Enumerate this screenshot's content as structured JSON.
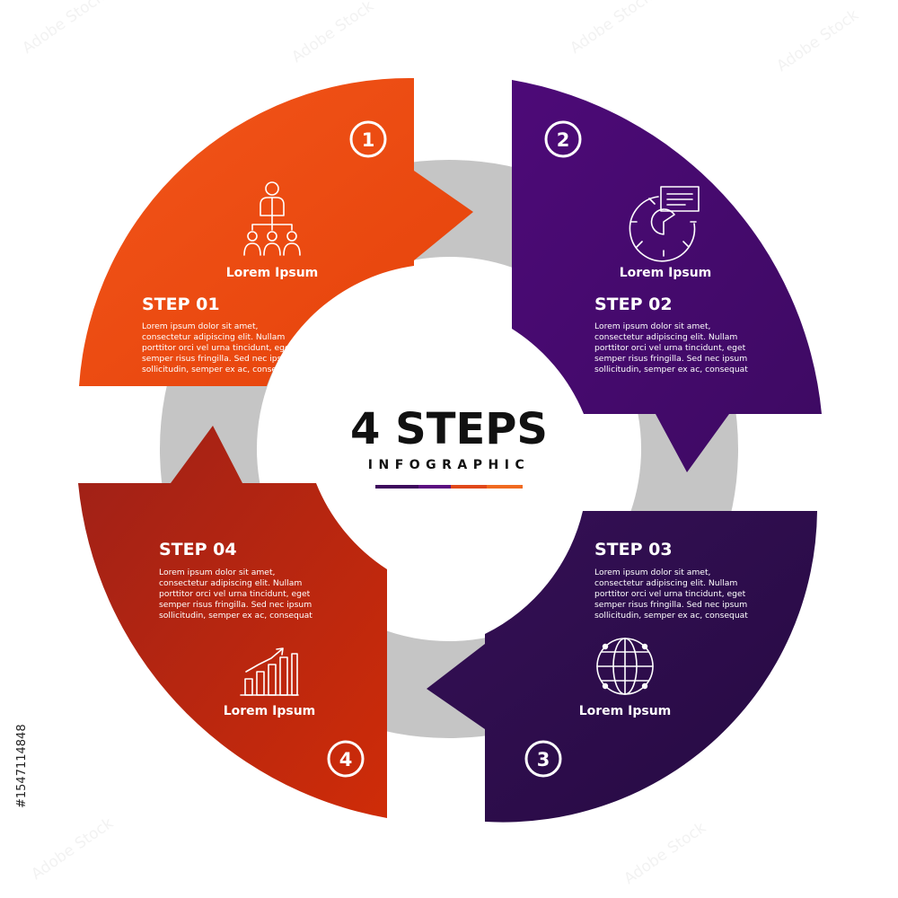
{
  "title": {
    "main": "4 STEPS",
    "sub": "INFOGRAPHIC"
  },
  "steps": [
    {
      "number": "1",
      "title": "STEP 01",
      "icon": "organization-chart-icon",
      "icon_label": "Lorem Ipsum",
      "body": [
        "Lorem ipsum dolor sit amet,",
        "consectetur adipiscing elit. Nullam",
        "porttitor orci vel urna tincidunt, eget",
        "semper risus fringilla. Sed nec ipsum",
        "sollicitudin, semper ex ac, consequat"
      ],
      "color": "#f04e0f"
    },
    {
      "number": "2",
      "title": "STEP 02",
      "icon": "gear-presentation-icon",
      "icon_label": "Lorem Ipsum",
      "body": [
        "Lorem ipsum dolor sit amet,",
        "consectetur adipiscing elit. Nullam",
        "porttitor orci vel urna tincidunt, eget",
        "semper risus fringilla. Sed nec ipsum",
        "sollicitudin, semper ex ac, consequat"
      ],
      "color": "#4b0a72"
    },
    {
      "number": "3",
      "title": "STEP 03",
      "icon": "globe-network-icon",
      "icon_label": "Lorem Ipsum",
      "body": [
        "Lorem ipsum dolor sit amet,",
        "consectetur adipiscing elit. Nullam",
        "porttitor orci vel urna tincidunt, eget",
        "semper risus fringilla. Sed nec ipsum",
        "sollicitudin, semper ex ac, consequat"
      ],
      "color": "#2e0c4c"
    },
    {
      "number": "4",
      "title": "STEP 04",
      "icon": "bar-chart-growth-icon",
      "icon_label": "Lorem Ipsum",
      "body": [
        "Lorem ipsum dolor sit amet,",
        "consectetur adipiscing elit. Nullam",
        "porttitor orci vel urna tincidunt, eget",
        "semper risus fringilla. Sed nec ipsum",
        "sollicitudin, semper ex ac, consequat"
      ],
      "color": "#c8250b"
    }
  ],
  "watermark": "Adobe Stock",
  "stock_id": "#1547114848"
}
